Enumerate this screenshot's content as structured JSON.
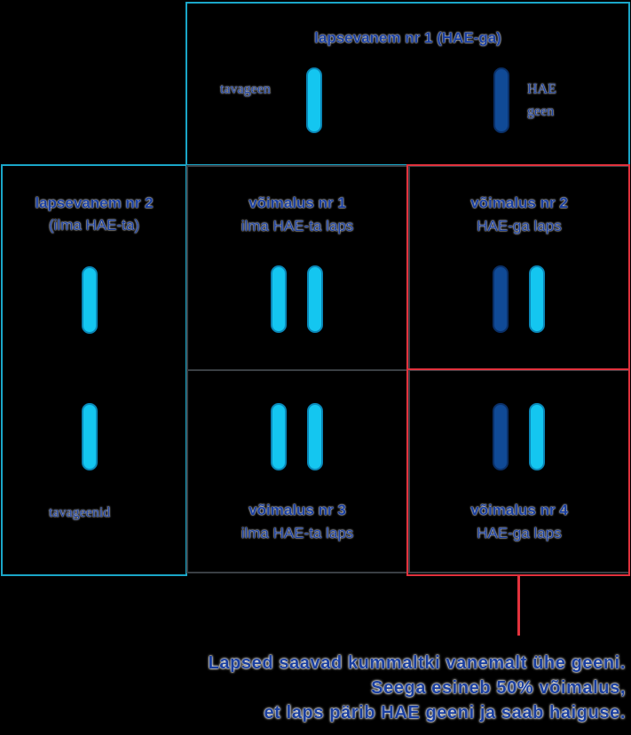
{
  "parent1": {
    "title": "lapsevanem nr 1 (HAE-ga)",
    "normal_label": "tavageen",
    "hae_label_line1": "HAE",
    "hae_label_line2": "geen"
  },
  "parent2": {
    "title_line1": "lapsevanem nr 2",
    "title_line2": "(ilma HAE-ta)",
    "genes_label": "tavageenid"
  },
  "outcomes": [
    {
      "title": "võimalus nr 1",
      "subtitle": "ilma HAE-ta laps"
    },
    {
      "title": "võimalus nr 2",
      "subtitle": "HAE-ga laps"
    },
    {
      "title": "võimalus nr 3",
      "subtitle": "ilma HAE-ta laps"
    },
    {
      "title": "võimalus nr 4",
      "subtitle": "HAE-ga laps"
    }
  ],
  "caption": {
    "line1": "Lapsed saavad kummaltki vanemalt ühe geeni.",
    "line2": "Seega esineb 50% võimalus,",
    "line3": "et laps pärib HAE geeni ja saab haiguse."
  },
  "colors": {
    "border_cyan": "#1aa6c8",
    "border_red": "#e2323d",
    "text_blue": "#1a3fa0",
    "normal_gene": "#14c6f0",
    "hae_gene": "#104a96"
  },
  "icons": {
    "normal_gene": "light-cyan-rounded-bar",
    "hae_gene": "dark-blue-rounded-bar"
  }
}
